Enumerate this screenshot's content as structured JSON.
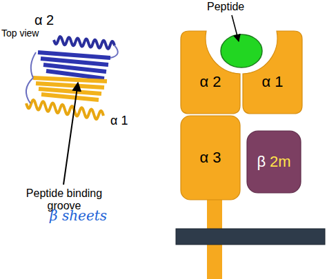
{
  "diagram": {
    "nodes": [
      {
        "text": [
          "α 2"
        ]
      },
      {
        "text": [
          "α 1"
        ]
      },
      {
        "text": [
          "α 3"
        ]
      },
      {
        "text": [
          "β",
          "2m"
        ]
      }
    ],
    "labels": [
      "Top view",
      "α 2",
      "α 1",
      "Peptide binding groove",
      "β sheets",
      "Peptide"
    ]
  }
}
